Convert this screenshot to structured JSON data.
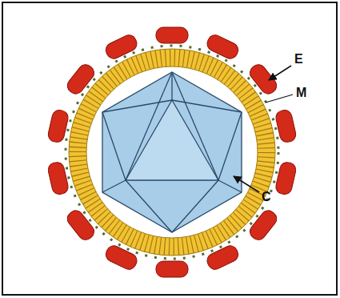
{
  "diagram": {
    "labels": [
      "E",
      "M",
      "C"
    ]
  }
}
